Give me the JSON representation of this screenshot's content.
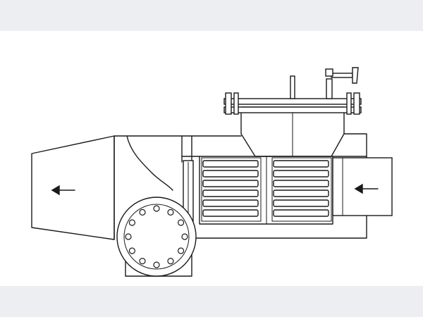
{
  "figure": {
    "background_color": "#ffffff",
    "band_color": "#eceef1",
    "line_color": "#1a1a1a",
    "arrows": [
      {
        "id": "outlet",
        "direction": "left"
      },
      {
        "id": "inlet",
        "direction": "left"
      }
    ],
    "flange_bolt_count": 12,
    "plate_rows_per_bank": 6,
    "plate_banks": 2
  }
}
